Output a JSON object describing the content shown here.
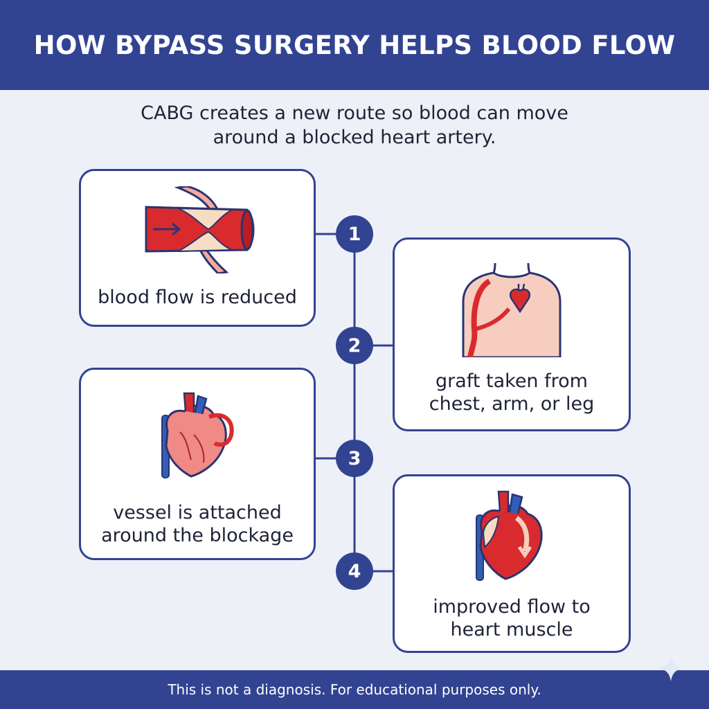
{
  "header": {
    "title": "HOW BYPASS SURGERY HELPS BLOOD FLOW"
  },
  "subtitle": {
    "line1": "CABG creates a new route so blood can move",
    "line2": "around a blocked heart artery."
  },
  "steps": [
    {
      "number": "1",
      "label_line1": "blood flow is reduced",
      "icon": "narrowed-artery-icon"
    },
    {
      "number": "2",
      "label_line1": "graft taken from",
      "label_line2": "chest, arm, or leg",
      "icon": "torso-graft-icon"
    },
    {
      "number": "3",
      "label_line1": "vessel is attached",
      "label_line2": "around the blockage",
      "icon": "heart-bypass-icon"
    },
    {
      "number": "4",
      "label_line1": "improved flow to",
      "label_line2": "heart muscle",
      "icon": "heart-flow-icon"
    }
  ],
  "footer": {
    "disclaimer": "This is not a diagnosis. For educational purposes only."
  },
  "colors": {
    "header_bg": "#324392",
    "page_bg": "#eef0f7",
    "artery_red": "#d92b2e",
    "vein_blue": "#2f5fb8",
    "skin": "#f7cdbf",
    "heart_pink": "#f08a86"
  }
}
